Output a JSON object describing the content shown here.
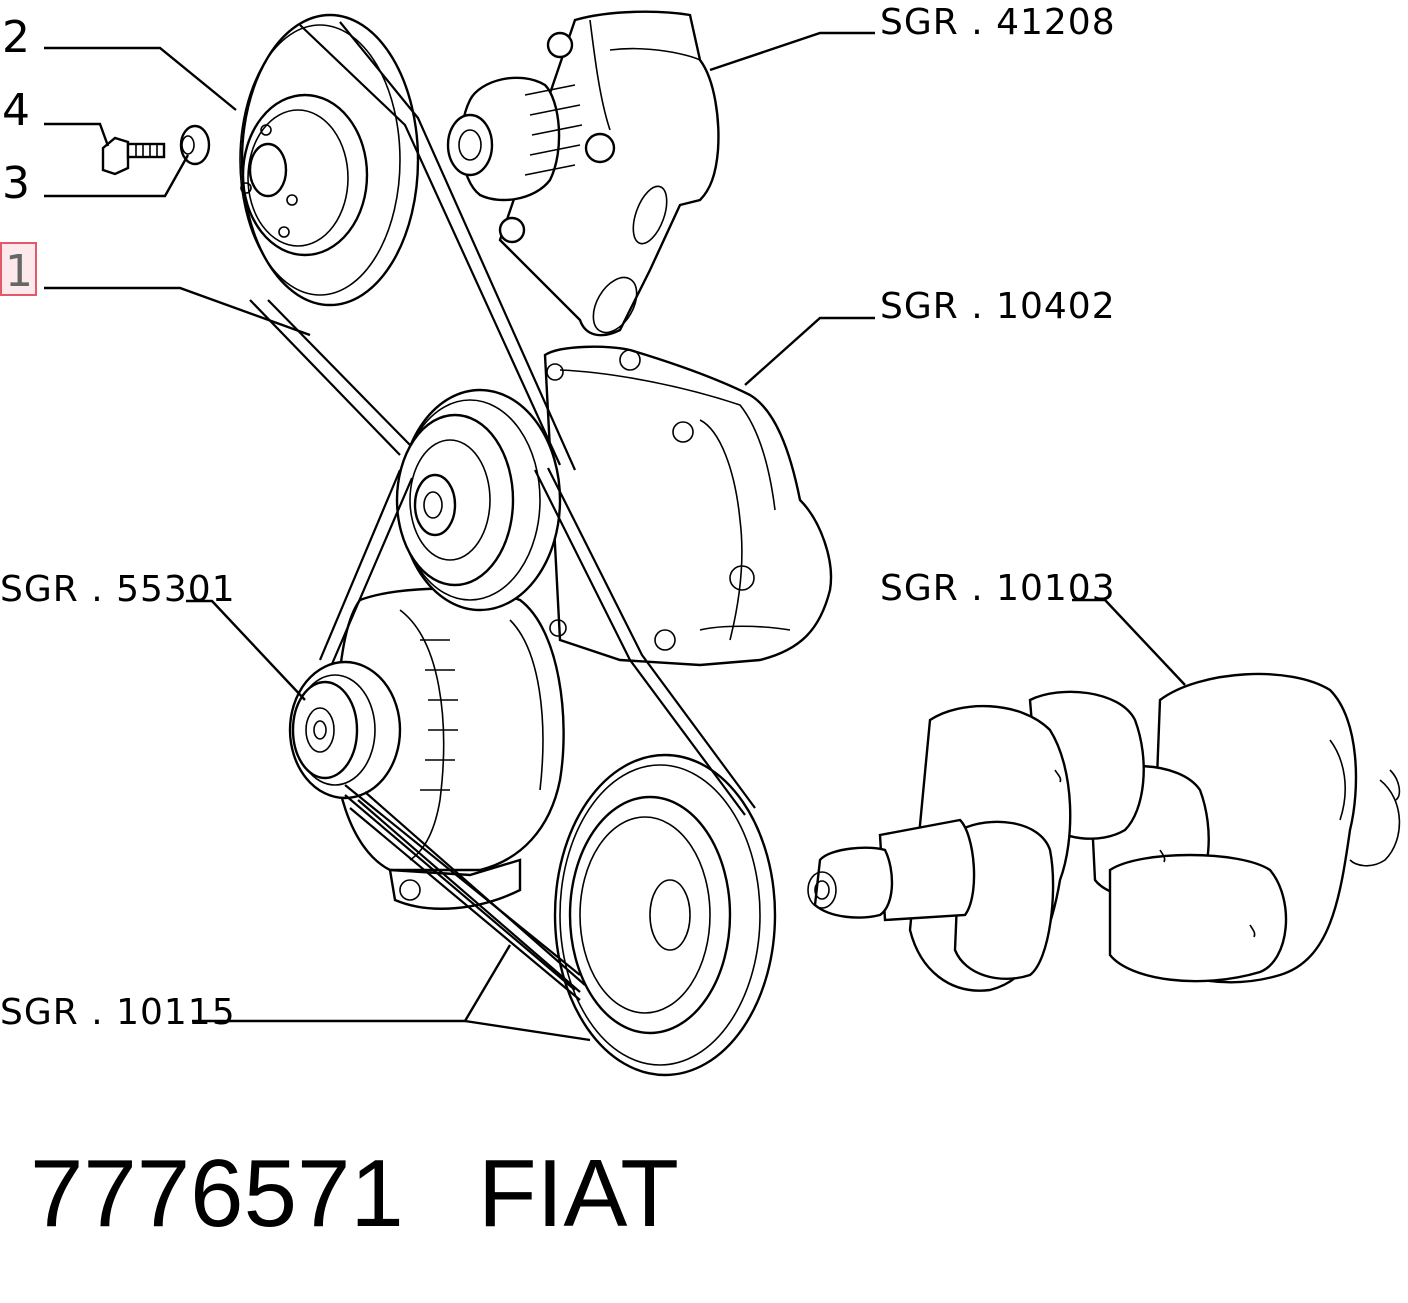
{
  "diagram": {
    "callouts": {
      "item_2": "2",
      "item_4": "4",
      "item_3": "3",
      "item_1": "1"
    },
    "refs": {
      "sgr_41208": "SGR . 41208",
      "sgr_10402": "SGR . 10402",
      "sgr_55301": "SGR . 55301",
      "sgr_10103": "SGR . 10103",
      "sgr_10115": "SGR . 10115"
    },
    "part_number": "7776571",
    "brand": "FIAT",
    "highlight_color": "#e05a6a"
  }
}
